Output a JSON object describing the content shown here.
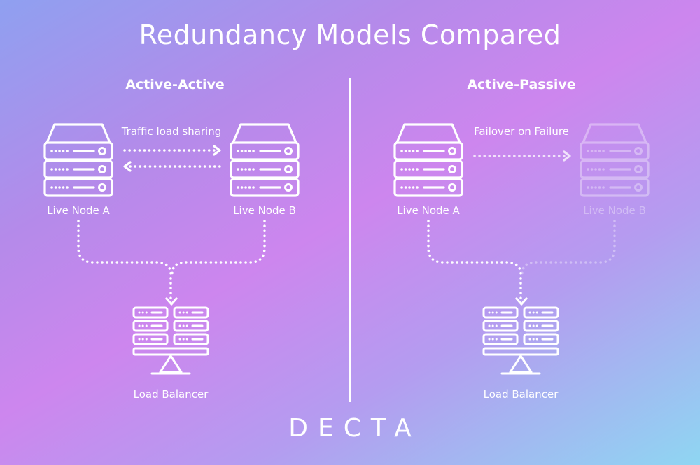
{
  "title": "Redundancy Models Compared",
  "left": {
    "heading": "Active-Active",
    "link_label": "Traffic load sharing",
    "node_a": "Live Node A",
    "node_b": "Live Node B",
    "balancer": "Load Balancer"
  },
  "right": {
    "heading": "Active-Passive",
    "link_label": "Failover on Failure",
    "node_a": "Live Node A",
    "node_b": "Live Node B",
    "balancer": "Load Balancer"
  },
  "logo": "DECTA",
  "icons": [
    "server-icon",
    "load-balancer-icon"
  ]
}
